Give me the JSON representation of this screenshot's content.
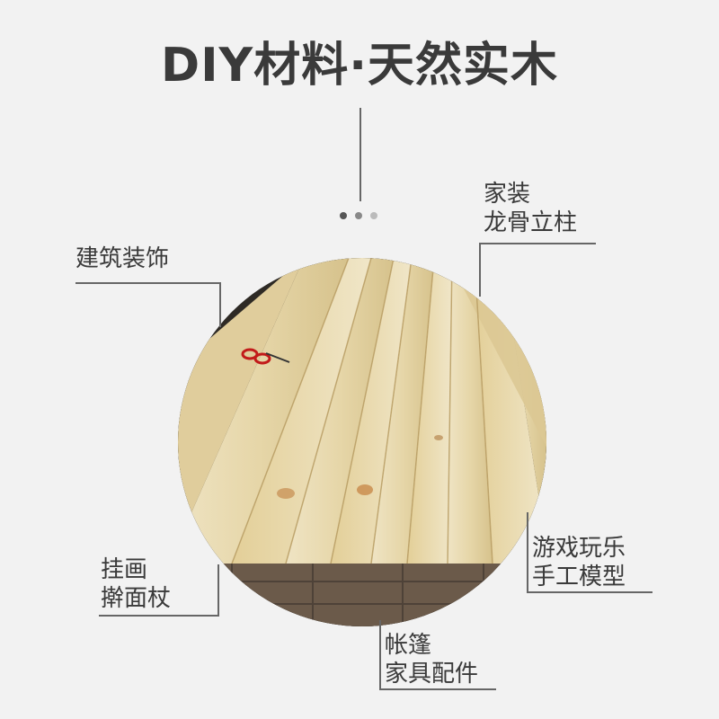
{
  "title": "DIY材料·天然实木",
  "labels": {
    "home_keel": [
      "家装",
      "龙骨立柱"
    ],
    "building_decor": [
      "建筑装饰"
    ],
    "painting": [
      "挂画",
      "擀面杖"
    ],
    "games": [
      "游戏玩乐",
      "手工模型"
    ],
    "tent": [
      "帐篷",
      "家具配件"
    ]
  },
  "colors": {
    "background": "#f2f2f2",
    "text": "#3a3a3a",
    "line": "#666666",
    "wood_light": "#e9dcb6",
    "wood_mid": "#d8c48f",
    "dot_active": "#555555",
    "dot_inactive": "#bbbbbb"
  },
  "indicator": {
    "count": 3,
    "active_index": 0
  }
}
